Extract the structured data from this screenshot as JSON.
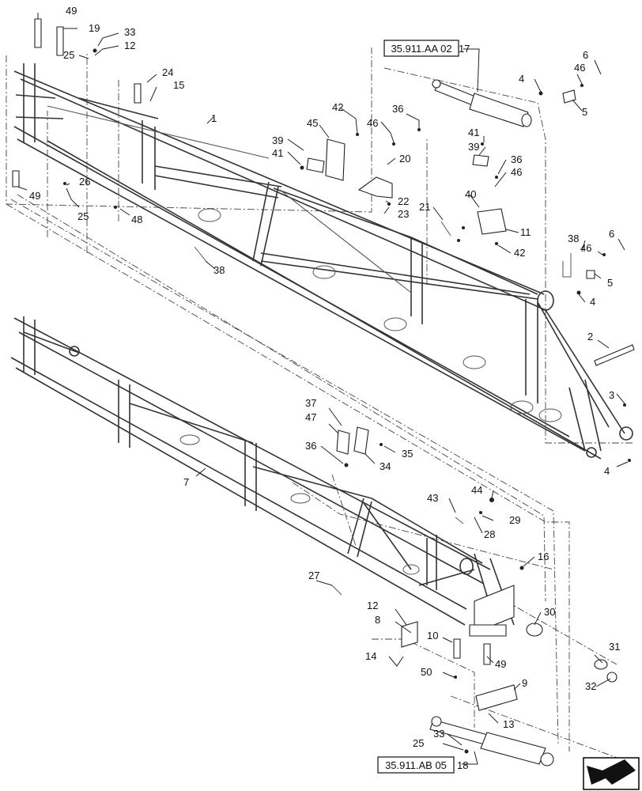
{
  "references": {
    "top": "35.911.AA 02",
    "bottom": "35.911.AB 05"
  },
  "callouts": {
    "n1": "1",
    "n2": "2",
    "n3": "3",
    "n4a": "4",
    "n4b": "4",
    "n4c": "4",
    "n5a": "5",
    "n5b": "5",
    "n6a": "6",
    "n6b": "6",
    "n7": "7",
    "n8": "8",
    "n9": "9",
    "n10": "10",
    "n11": "11",
    "n12a": "12",
    "n12b": "12",
    "n13": "13",
    "n14": "14",
    "n15": "15",
    "n16": "16",
    "n17": "17",
    "n18": "18",
    "n19": "19",
    "n20": "20",
    "n21": "21",
    "n22": "22",
    "n23": "23",
    "n24": "24",
    "n25a": "25",
    "n25b": "25",
    "n25c": "25",
    "n26": "26",
    "n27": "27",
    "n28": "28",
    "n29": "29",
    "n30": "30",
    "n31": "31",
    "n32": "32",
    "n33a": "33",
    "n33b": "33",
    "n34": "34",
    "n35": "35",
    "n36a": "36",
    "n36b": "36",
    "n36c": "36",
    "n37": "37",
    "n38a": "38",
    "n38b": "38",
    "n39a": "39",
    "n39b": "39",
    "n40": "40",
    "n41a": "41",
    "n41b": "41",
    "n42a": "42",
    "n42b": "42",
    "n43": "43",
    "n44": "44",
    "n45": "45",
    "n46a": "46",
    "n46b": "46",
    "n46c": "46",
    "n46d": "46",
    "n47": "47",
    "n48": "48",
    "n49a": "49",
    "n49b": "49",
    "n49c": "49",
    "n50": "50"
  },
  "icons": {
    "nav": "arrow-southwest-icon"
  }
}
